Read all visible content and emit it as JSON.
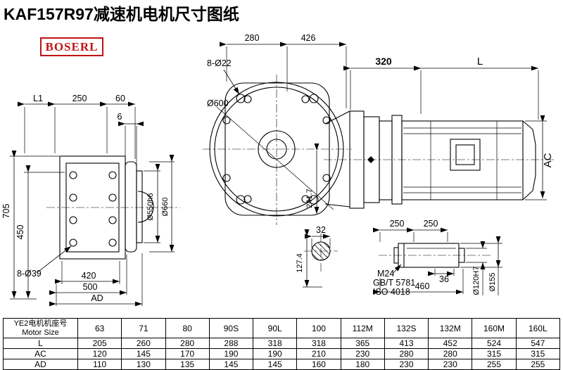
{
  "page": {
    "title": "KAF157R97减速机电机尺寸图纸",
    "logo": "BOSERL"
  },
  "dims": {
    "top_280": "280",
    "top_426": "426",
    "holes_8_o22": "8-Ø22",
    "flange_o600": "Ø600",
    "motor_320": "320",
    "motor_L": "L",
    "motor_AC": "AC",
    "left_L1": "L1",
    "left_250": "250",
    "left_60": "60",
    "left_6": "6",
    "left_705": "705",
    "left_450": "450",
    "left_o550h6": "Ø550h6",
    "left_o660": "Ø660",
    "left_8_o39": "8-Ø39",
    "left_420": "420",
    "left_500": "500",
    "left_AD": "AD",
    "flange_241_7": "241.7",
    "section_32": "32",
    "section_127_4": "127.4",
    "shaft_250a": "250",
    "shaft_250b": "250",
    "shaft_M24": "M24",
    "shaft_GBT": "GB/T 5781",
    "shaft_ISO": "ISO 4018",
    "shaft_36": "36",
    "shaft_460": "460",
    "shaft_o120H7": "Ø120H7",
    "shaft_o155": "Ø155"
  },
  "table": {
    "header": {
      "line1": "YE2电机机座号",
      "line2": "Motor Size"
    },
    "columns": [
      "63",
      "71",
      "80",
      "90S",
      "90L",
      "100",
      "112M",
      "132S",
      "132M",
      "160M",
      "160L"
    ],
    "rows": [
      {
        "label": "L",
        "values": [
          "205",
          "260",
          "280",
          "288",
          "318",
          "318",
          "365",
          "413",
          "452",
          "524",
          "547"
        ]
      },
      {
        "label": "AC",
        "values": [
          "120",
          "145",
          "170",
          "190",
          "190",
          "210",
          "230",
          "280",
          "280",
          "315",
          "315"
        ]
      },
      {
        "label": "AD",
        "values": [
          "110",
          "130",
          "135",
          "145",
          "145",
          "160",
          "180",
          "230",
          "230",
          "255",
          "255"
        ]
      }
    ]
  }
}
